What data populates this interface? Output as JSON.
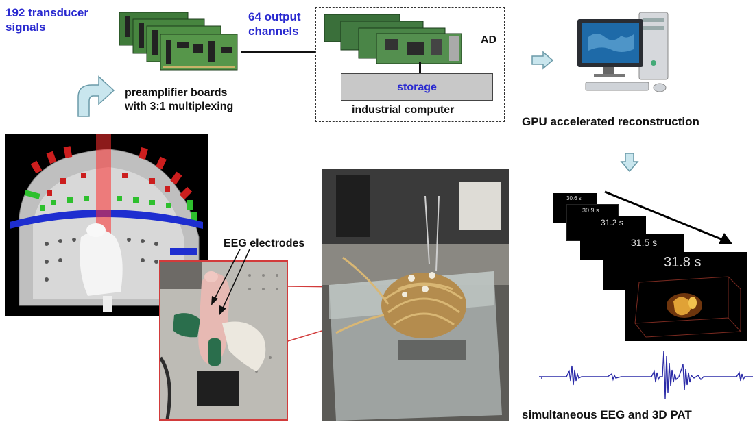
{
  "labels": {
    "transducer_signals": [
      "192 transducer",
      "signals"
    ],
    "output_channels": [
      "64 output",
      "channels"
    ],
    "ad": "AD",
    "storage": "storage",
    "industrial_computer": "industrial computer",
    "preamp_boards": [
      "preamplifier boards",
      "with 3:1 multiplexing"
    ],
    "gpu_recon": "GPU accelerated reconstruction",
    "eeg_electrodes": "EEG electrodes",
    "simultaneous": "simultaneous EEG and 3D PAT"
  },
  "frames": [
    {
      "time": "30.6 s"
    },
    {
      "time": "30.9 s"
    },
    {
      "time": "31.2 s"
    },
    {
      "time": "31.5 s"
    },
    {
      "time": "31.8 s"
    }
  ],
  "colors": {
    "label_blue": "#2a2ad0",
    "arrow_fill": "#c9e6ee",
    "arrow_stroke": "#6a9aa8",
    "storage_fill": "#c8c8c8",
    "inset_frame": "#d23b3b",
    "eeg_trace": "#2c2ca8"
  },
  "icons": {
    "curved_arrow": "curved-arrow-icon",
    "right_arrow": "right-arrow-icon",
    "down_arrow": "down-arrow-icon",
    "computer": "desktop-computer-icon"
  }
}
